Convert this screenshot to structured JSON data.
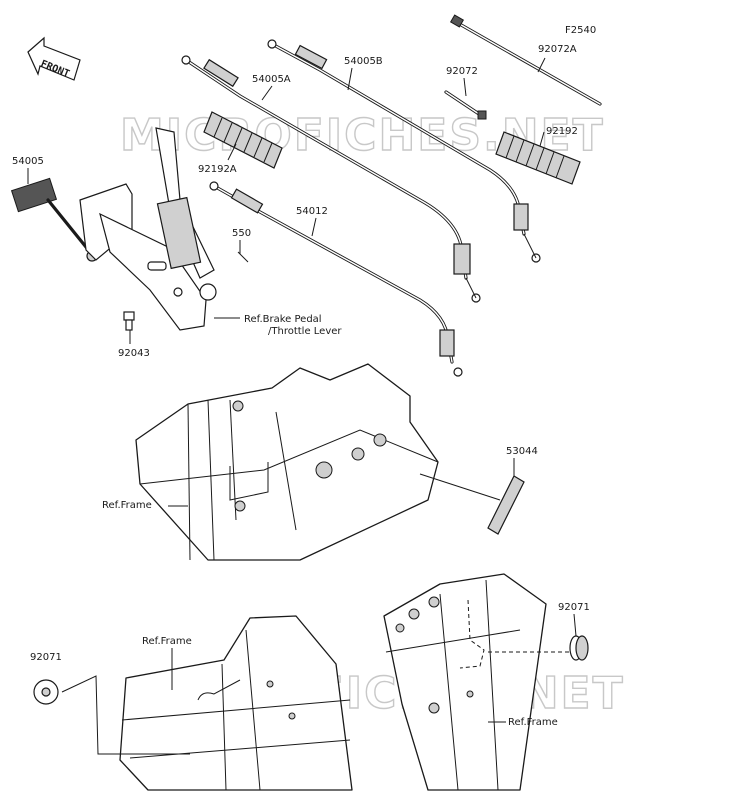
{
  "diagram_code": "F2540",
  "front_label": "FRONT",
  "watermark": "MICROFICHES.NET",
  "labels": {
    "p54005": "54005",
    "p54005A": "54005A",
    "p54005B": "54005B",
    "p92072": "92072",
    "p92072A": "92072A",
    "p92192": "92192",
    "p92192A": "92192A",
    "p550": "550",
    "p54012": "54012",
    "p92043": "92043",
    "ref_brake_1": "Ref.Brake Pedal",
    "ref_brake_2": "/Throttle Lever",
    "ref_frame_1": "Ref.Frame",
    "p53044": "53044",
    "p92071_left": "92071",
    "ref_frame_2": "Ref.Frame",
    "p92071_right": "92071",
    "ref_frame_3": "Ref.Frame"
  }
}
